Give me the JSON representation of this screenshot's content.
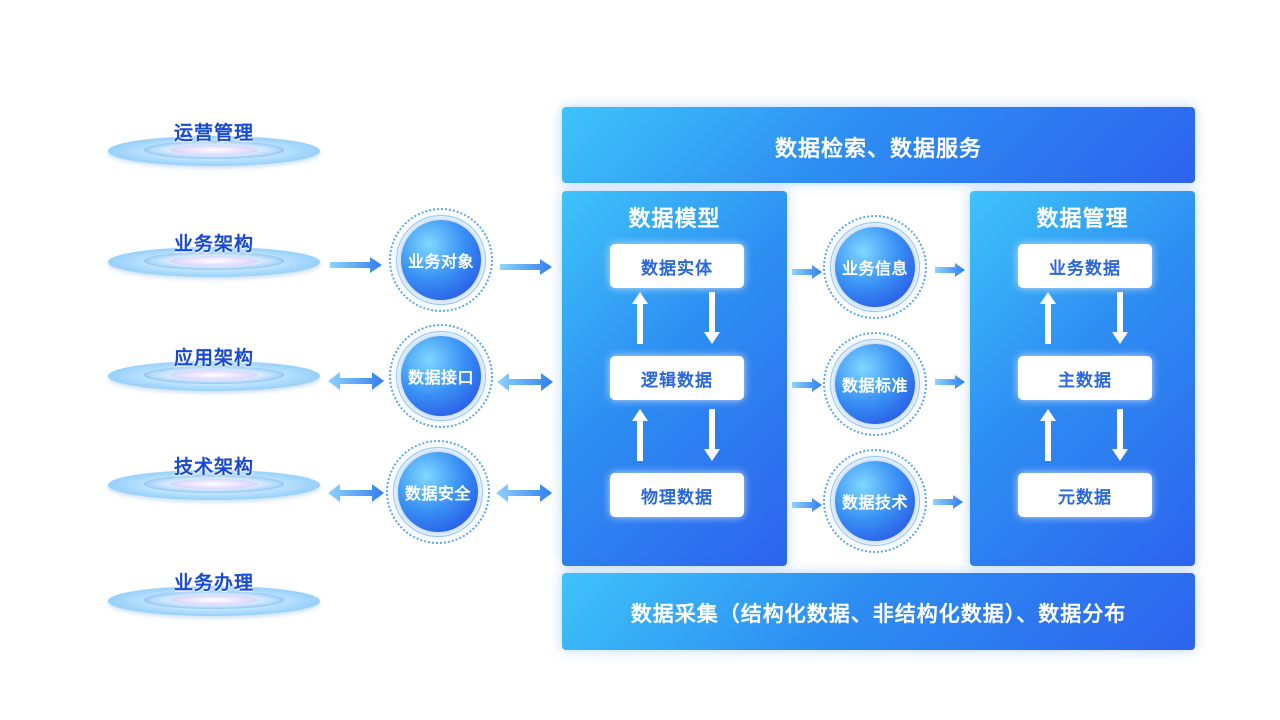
{
  "left_platforms": [
    {
      "label": "运营管理"
    },
    {
      "label": "业务架构"
    },
    {
      "label": "应用架构"
    },
    {
      "label": "技术架构"
    },
    {
      "label": "业务办理"
    }
  ],
  "left_circles": [
    {
      "label": "业务对象"
    },
    {
      "label": "数据接口"
    },
    {
      "label": "数据安全"
    }
  ],
  "top_banner": "数据检索、数据服务",
  "bottom_banner": "数据采集（结构化数据、非结构化数据）、数据分布",
  "model_panel": {
    "title": "数据模型",
    "items": [
      "数据实体",
      "逻辑数据",
      "物理数据"
    ]
  },
  "middle_circles": [
    {
      "label": "业务信息"
    },
    {
      "label": "数据标准"
    },
    {
      "label": "数据技术"
    }
  ],
  "management_panel": {
    "title": "数据管理",
    "items": [
      "业务数据",
      "主数据",
      "元数据"
    ]
  },
  "colors": {
    "label_blue": "#1749d6",
    "panel_light": "#3fc3fa",
    "panel_dark": "#2d63ee",
    "arrow_blue": "#2f8ef2"
  }
}
